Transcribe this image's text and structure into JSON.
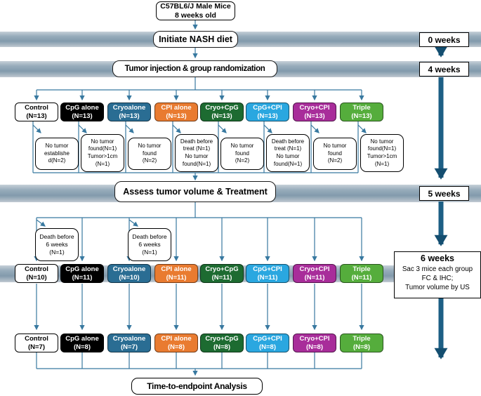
{
  "top_box": {
    "text": "C57BL6/J Male Mice\n8 weeks old"
  },
  "timeline": {
    "bar1_label": "Initiate NASH diet",
    "bar2_label": "Tumor injection & group randomization",
    "bar3_label": "Assess tumor volume & Treatment",
    "week0": "0 weeks",
    "week4": "4 weeks",
    "week5": "5 weeks"
  },
  "six_weeks": {
    "title": "6 weeks",
    "body": "Sac 3 mice each group\nFC & IHC;\nTumor volume by US"
  },
  "endpoint_label": "Time-to-endpoint Analysis",
  "death_notes": [
    {
      "text": "Death before\n6 weeks\n(N=1)"
    },
    {
      "text": "Death before\n6 weeks\n(N=1)"
    }
  ],
  "groups": [
    {
      "name": "Control",
      "n1": "(N=13)",
      "n2": "(N=10)",
      "n3": "(N=7)",
      "bg": "#ffffff",
      "fg": "#000000",
      "note": "No tumor\nestablishe\nd(N=2)"
    },
    {
      "name": "CpG alone",
      "n1": "(N=13)",
      "n2": "(N=11)",
      "n3": "(N=8)",
      "bg": "#000000",
      "fg": "#ffffff",
      "note": "No tumor\nfound(N=1)\nTumor>1cm\n(N=1)"
    },
    {
      "name": "Cryoalone",
      "n1": "(N=13)",
      "n2": "(N=10)",
      "n3": "(N=7)",
      "bg": "#2a6d93",
      "fg": "#ffffff",
      "note": "No tumor\nfound\n(N=2)"
    },
    {
      "name": "CPI alone",
      "n1": "(N=13)",
      "n2": "(N=11)",
      "n3": "(N=8)",
      "bg": "#e97b30",
      "fg": "#ffffff",
      "note": "Death before\ntreat (N=1)\nNo tumor\nfound(N=1)"
    },
    {
      "name": "Cryo+CpG",
      "n1": "(N=13)",
      "n2": "(N=11)",
      "n3": "(N=8)",
      "bg": "#1d6b31",
      "fg": "#ffffff",
      "note": "No tumor\nfound\n(N=2)"
    },
    {
      "name": "CpG+CPI",
      "n1": "(N=13)",
      "n2": "(N=11)",
      "n3": "(N=8)",
      "bg": "#2aa7e0",
      "fg": "#ffffff",
      "note": "Death before\ntreat (N=1)\nNo tumor\nfound(N=1)"
    },
    {
      "name": "Cryo+CPI",
      "n1": "(N=13)",
      "n2": "(N=11)",
      "n3": "(N=8)",
      "bg": "#a82d9a",
      "fg": "#ffffff",
      "note": "No tumor\nfound\n(N=2)"
    },
    {
      "name": "Triple",
      "n1": "(N=13)",
      "n2": "(N=11)",
      "n3": "(N=8)",
      "bg": "#55ad3c",
      "fg": "#ffffff",
      "note": "No tumor\nfound(N=1)\nTumor>1cm\n(N=1)"
    }
  ],
  "colors": {
    "connector": "#3879a0",
    "timeline_arrow": "#1d5f85",
    "bar_mid": "#829aac"
  }
}
